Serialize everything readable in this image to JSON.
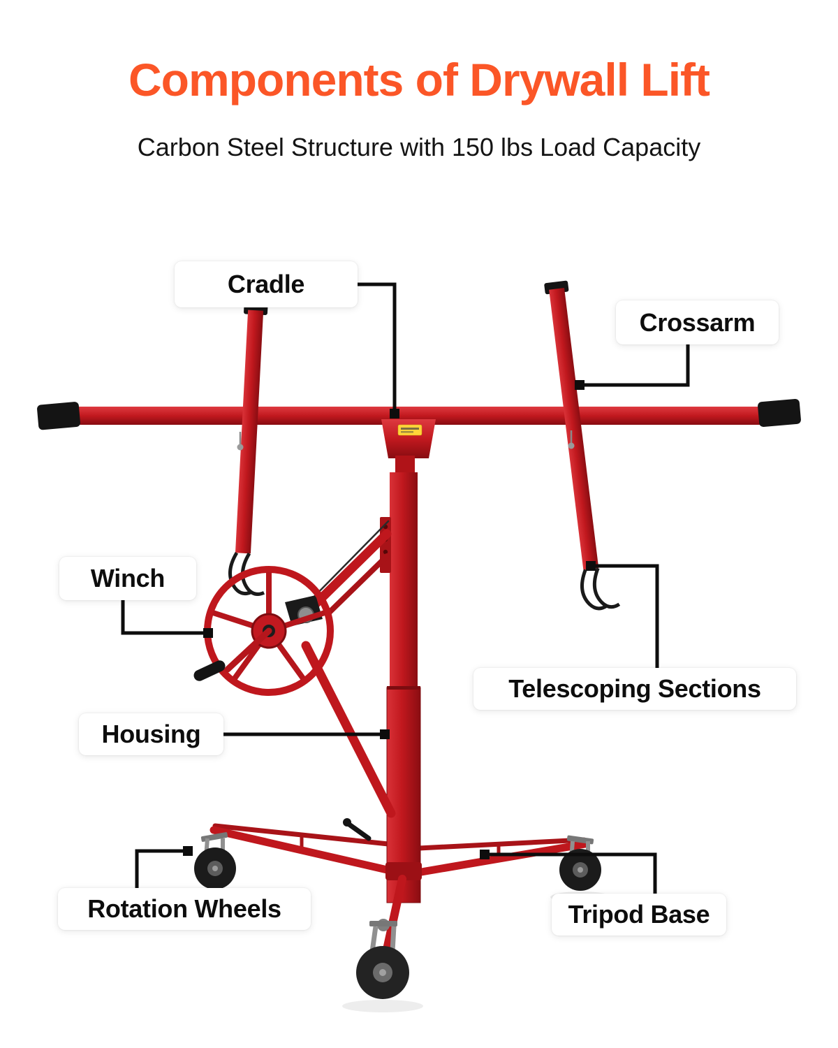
{
  "header": {
    "title": "Components of Drywall Lift",
    "subtitle": "Carbon Steel Structure with 150 lbs Load Capacity"
  },
  "labels": [
    {
      "id": "cradle",
      "text": "Cradle"
    },
    {
      "id": "crossarm",
      "text": "Crossarm"
    },
    {
      "id": "winch",
      "text": "Winch"
    },
    {
      "id": "telescoping_sections",
      "text": "Telescoping Sections"
    },
    {
      "id": "housing",
      "text": "Housing"
    },
    {
      "id": "rotation_wheels",
      "text": "Rotation Wheels"
    },
    {
      "id": "tripod_base",
      "text": "Tripod Base"
    }
  ],
  "colors": {
    "title_accent": "#FB5627",
    "label_text": "#0d0d0d",
    "label_background": "#ffffff",
    "connector_line": "#0d0d0d",
    "lift_red": "#C2191F",
    "hardware_black": "#1a1a1a",
    "caster_grey": "#8d8d8d",
    "sticker_yellow": "#FFD43A"
  }
}
